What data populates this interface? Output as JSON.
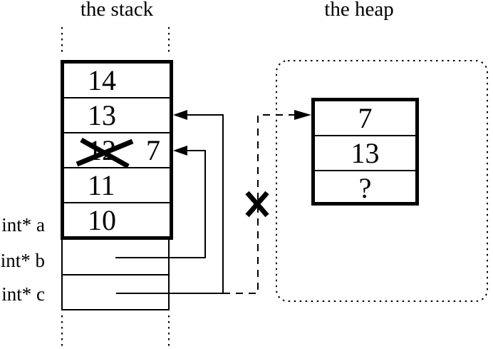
{
  "colors": {
    "ink": "#000000",
    "paper": "#ffffff"
  },
  "titles": {
    "stack": "the stack",
    "heap": "the heap"
  },
  "stack": {
    "rows": [
      {
        "value": "14"
      },
      {
        "value": "13"
      },
      {
        "value": "12",
        "crossed_out": true,
        "new_value": "7"
      },
      {
        "value": "11"
      },
      {
        "value": "10"
      }
    ],
    "labels": [
      {
        "text": "int* a"
      },
      {
        "text": "int* b"
      },
      {
        "text": "int* c"
      }
    ]
  },
  "heap": {
    "rows": [
      {
        "value": "7"
      },
      {
        "value": "13"
      },
      {
        "value": "?"
      }
    ]
  }
}
